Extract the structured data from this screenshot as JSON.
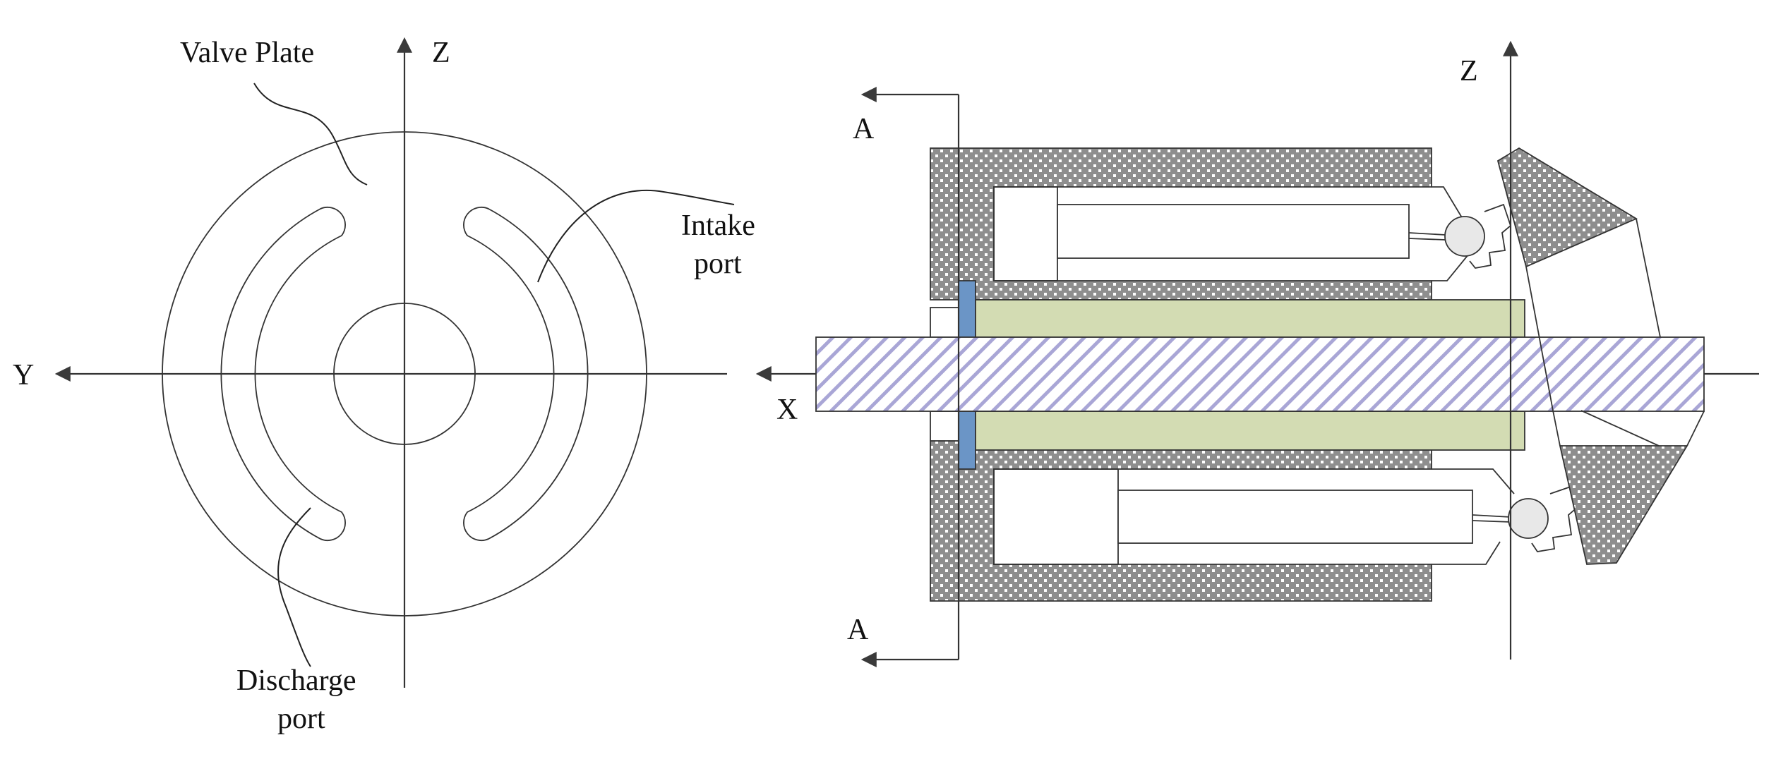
{
  "left_view": {
    "axis_y": "Y",
    "axis_z": "Z",
    "valve_plate": "Valve Plate",
    "intake_line1": "Intake",
    "intake_line2": "port",
    "discharge_line1": "Discharge",
    "discharge_line2": "port"
  },
  "right_view": {
    "axis_z": "Z",
    "axis_x": "X",
    "section_top": "A",
    "section_bottom": "A"
  },
  "colors": {
    "hatch_metal": "#8e8e8e",
    "cylinder_sleeve": "#d3dcb3",
    "valve_plate_blue": "#6b95c6",
    "shaft_hatch": "#a9a6d6",
    "axis_arrow": "#3a3a3a"
  }
}
